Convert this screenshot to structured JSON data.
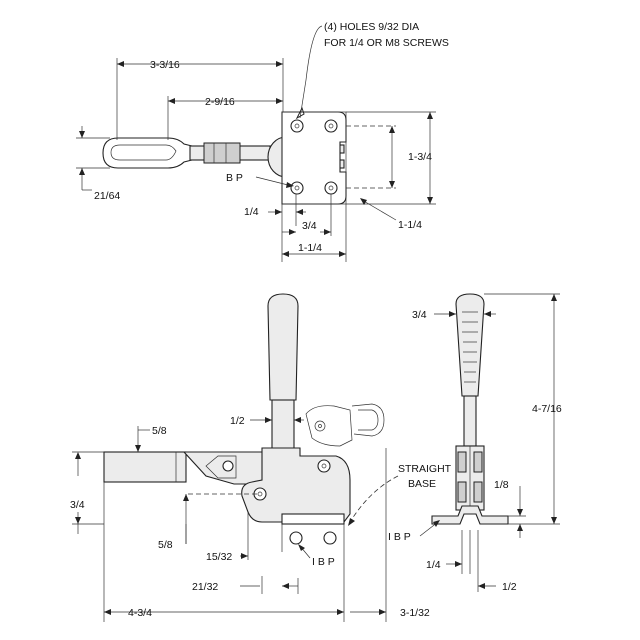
{
  "top_view": {
    "note_line1": "(4) HOLES  9/32  DIA",
    "note_line2": "FOR 1/4 OR M8 SCREWS",
    "dim_overall": "3-3/16",
    "dim_handle": "2-9/16",
    "dim_height": "1-3/4",
    "dim_handle_dia": "21/64",
    "label_bp": "B P",
    "dim_quarter": "1/4",
    "dim_three_quarter": "3/4",
    "dim_one_quarter_right": "1-1/4",
    "dim_one_quarter_bottom": "1-1/4"
  },
  "side_view": {
    "dim_half": "1/2",
    "dim_five_eighth_top": "5/8",
    "dim_three_quarter": "3/4",
    "dim_five_eighth_bottom": "5/8",
    "dim_15_32": "15/32",
    "dim_21_32": "21/32",
    "label_ibp": "I B P",
    "dim_overall_length": "4-3/4",
    "dim_3_1_32": "3-1/32",
    "label_straight": "STRAIGHT",
    "label_base": "BASE"
  },
  "front_view": {
    "dim_three_quarter": "3/4",
    "dim_height": "4-7/16",
    "dim_one_eighth": "1/8",
    "label_ibp": "I B P",
    "dim_quarter": "1/4",
    "dim_half": "1/2"
  }
}
